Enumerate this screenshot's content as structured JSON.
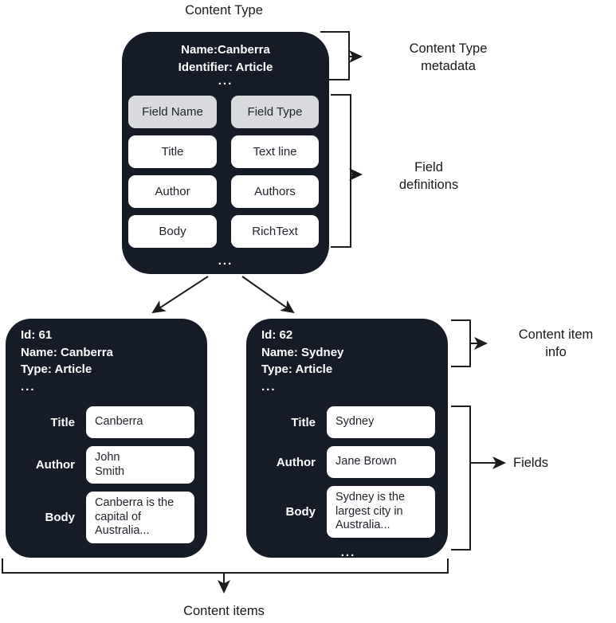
{
  "page": {
    "title_top": "Content Type",
    "title_bottom": "Content items"
  },
  "colors": {
    "box_background": "#151b27",
    "chip_grey": "#d8dade",
    "chip_white": "#ffffff",
    "connector_line": "#1c1c1c",
    "text_dark": "#20242e",
    "text_light": "#ffffff"
  },
  "content_type": {
    "name_line": "Name:Canberra",
    "identifier_line": "Identifier: Article",
    "ellipsis": "...",
    "columns": {
      "name": "Field Name",
      "type": "Field Type"
    },
    "fields": [
      {
        "name": "Title",
        "type": "Text line"
      },
      {
        "name": "Author",
        "type": "Authors"
      },
      {
        "name": "Body",
        "type": "RichText"
      }
    ]
  },
  "annotations": {
    "metadata": "Content Type\nmetadata",
    "field_definitions": "Field\ndefinitions",
    "item_info": "Content item\ninfo",
    "fields": "Fields"
  },
  "items": [
    {
      "id_line": "Id: 61",
      "name_line": "Name: Canberra",
      "type_line": "Type: Article",
      "ellipsis": "...",
      "fields": [
        {
          "label": "Title",
          "value": "Canberra"
        },
        {
          "label": "Author",
          "value": "John\nSmith"
        },
        {
          "label": "Body",
          "value": "Canberra is the\ncapital of\nAustralia..."
        }
      ]
    },
    {
      "id_line": "Id: 62",
      "name_line": "Name: Sydney",
      "type_line": "Type: Article",
      "ellipsis": "...",
      "fields": [
        {
          "label": "Title",
          "value": "Sydney"
        },
        {
          "label": "Author",
          "value": "Jane Brown"
        },
        {
          "label": "Body",
          "value": "Sydney is the\nlargest city in\nAustralia..."
        }
      ]
    }
  ]
}
